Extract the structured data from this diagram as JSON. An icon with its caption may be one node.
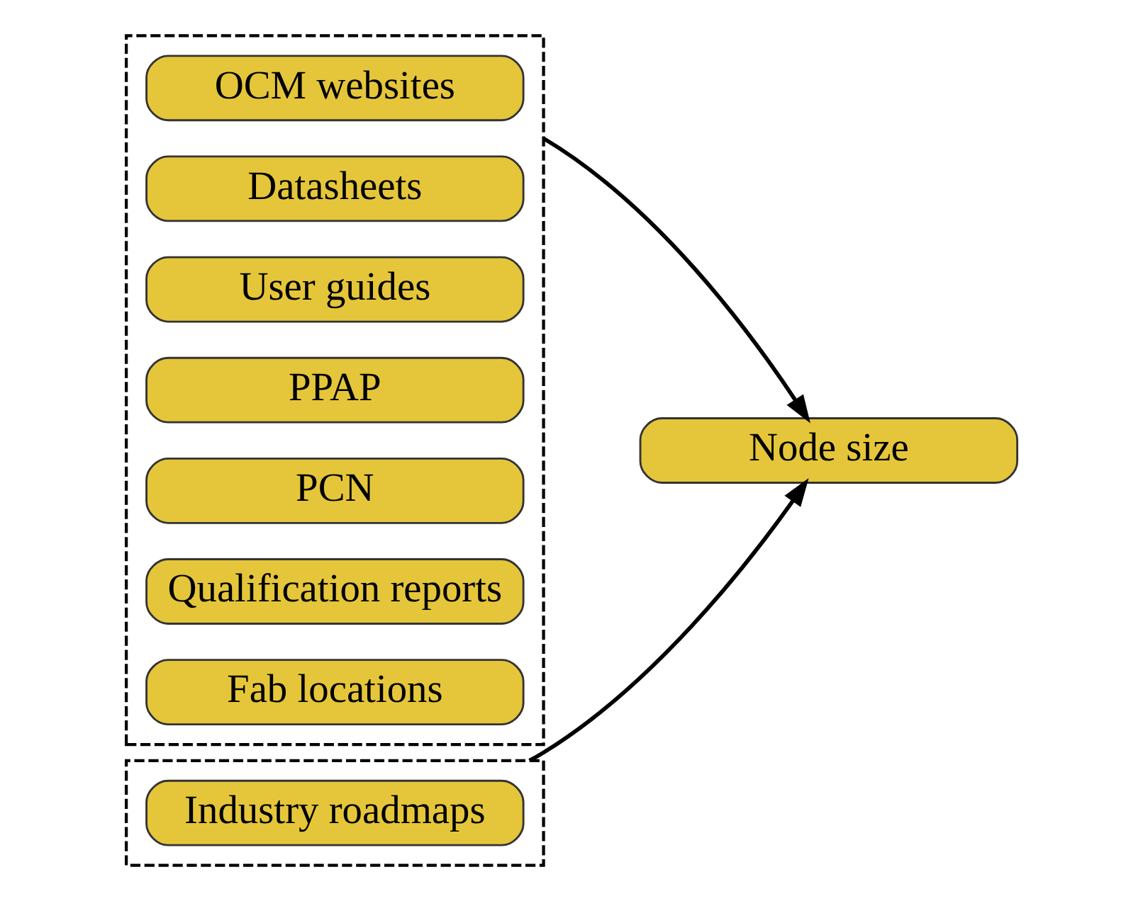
{
  "diagram": {
    "nodes": [
      {
        "text": [],
        "shape": "box"
      },
      {
        "text": [
          "OCM websites"
        ],
        "in": 0
      },
      {
        "text": [
          "Datasheets"
        ],
        "in": 0
      },
      {
        "text": [
          "User guides"
        ],
        "in": 0
      },
      {
        "text": [
          "PPAP"
        ],
        "in": 0
      },
      {
        "text": [
          "PCN"
        ],
        "in": 0
      },
      {
        "text": [
          "Qualification reports"
        ],
        "in": 0
      },
      {
        "text": [
          "Fab locations"
        ],
        "in": 0
      },
      {
        "text": [
          "Node size"
        ]
      },
      {
        "text": [],
        "shape": "box"
      },
      {
        "text": [
          "Industry roadmaps"
        ],
        "in": 9
      }
    ],
    "edges": [
      {
        "from": 0,
        "to": 8,
        "arrow": "to"
      },
      {
        "from": 9,
        "to": 8,
        "arrow": "to"
      }
    ]
  }
}
